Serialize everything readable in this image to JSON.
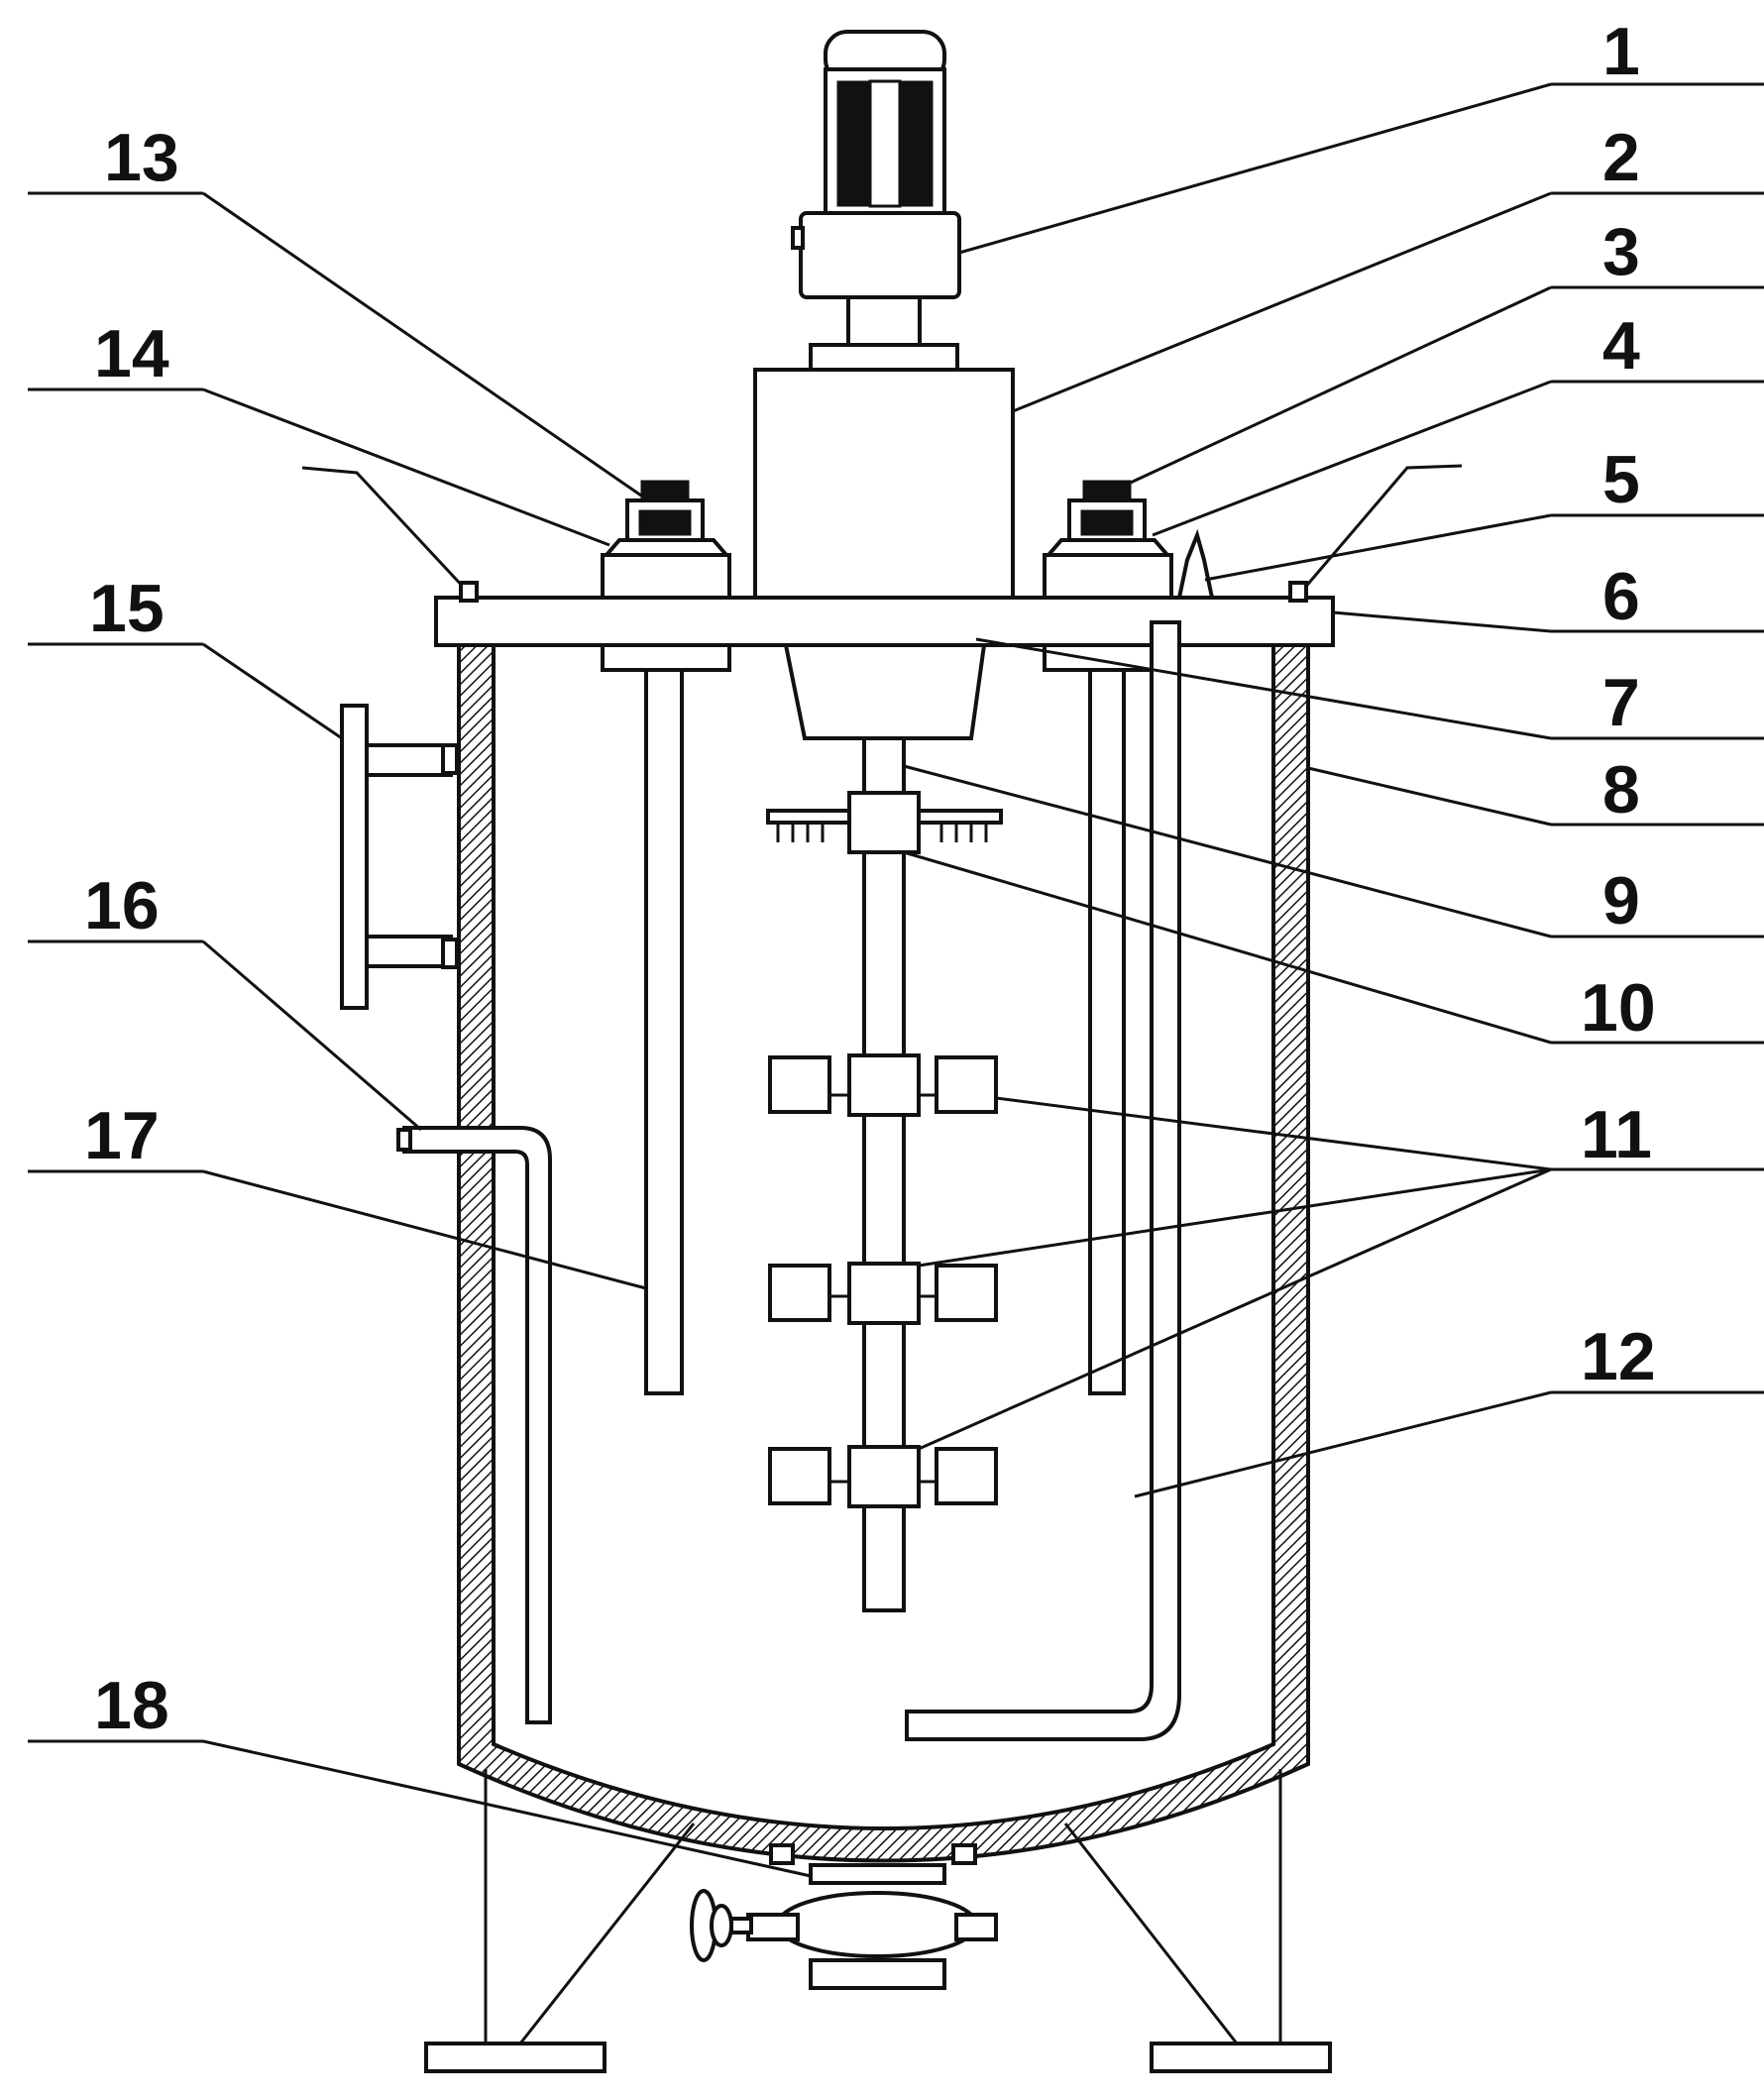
{
  "labels": [
    "1",
    "2",
    "3",
    "4",
    "5",
    "6",
    "7",
    "8",
    "9",
    "10",
    "11",
    "12",
    "13",
    "14",
    "15",
    "16",
    "17",
    "18"
  ],
  "colors": {
    "stroke": "#111111",
    "background": "#ffffff"
  }
}
